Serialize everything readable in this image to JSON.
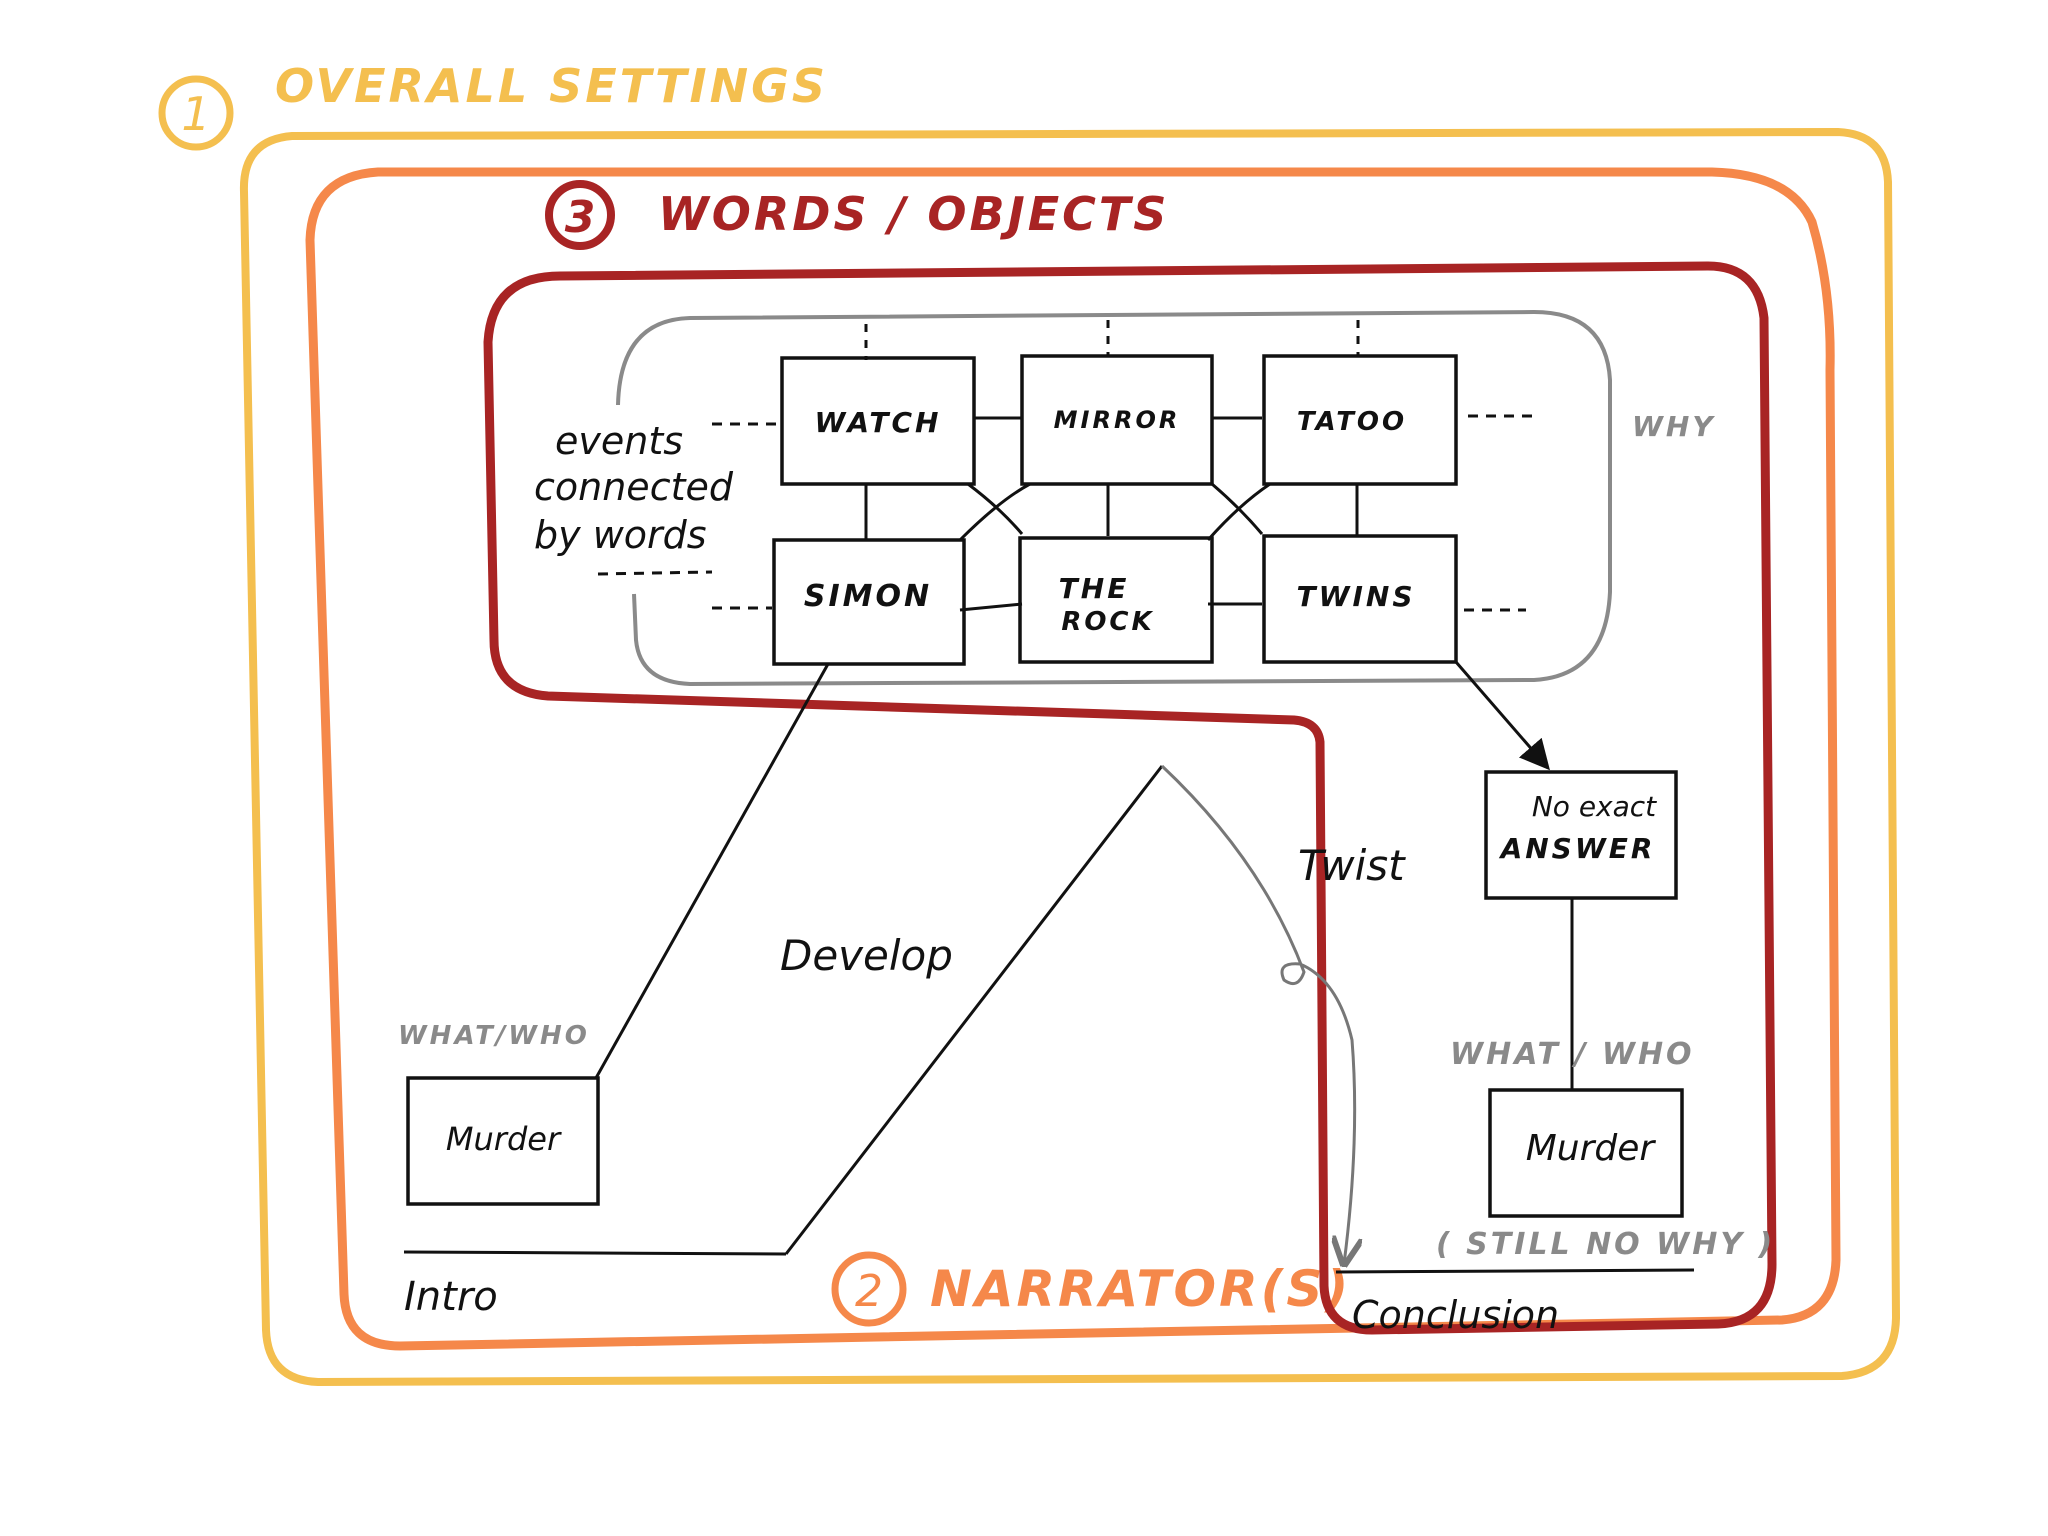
{
  "colors": {
    "settings": "#f4bf4f",
    "narrators": "#f5884a",
    "words": "#a82424",
    "ink": "#111111",
    "gray": "#8a8a8a"
  },
  "settings": {
    "number": "1",
    "label": "OVERALL SETTINGS"
  },
  "narrators": {
    "number": "2",
    "label": "NARRATOR(S)"
  },
  "words": {
    "number": "3",
    "label": "WORDS / OBJECTS"
  },
  "web": {
    "caption_lines": [
      "events",
      "connected",
      "by words"
    ],
    "why_label": "WHY",
    "nodes": [
      {
        "id": "watch",
        "lines": [
          "WATCH"
        ]
      },
      {
        "id": "mirror",
        "lines": [
          "MIRROR"
        ]
      },
      {
        "id": "tatoo",
        "lines": [
          "TATOO"
        ]
      },
      {
        "id": "simon",
        "lines": [
          "SIMON"
        ]
      },
      {
        "id": "the-rock",
        "lines": [
          "THE",
          "ROCK"
        ]
      },
      {
        "id": "twins",
        "lines": [
          "TWINS"
        ]
      }
    ]
  },
  "story": {
    "intro": "Intro",
    "develop": "Develop",
    "twist": "Twist",
    "conclusion": "Conclusion",
    "murder_left": "Murder",
    "murder_right": "Murder",
    "what_who_left": "WHAT/WHO",
    "what_who_right": "WHAT / WHO",
    "no_exact_answer": [
      "No exact",
      "ANSWER"
    ],
    "still_no_why": "( STILL NO WHY )"
  }
}
